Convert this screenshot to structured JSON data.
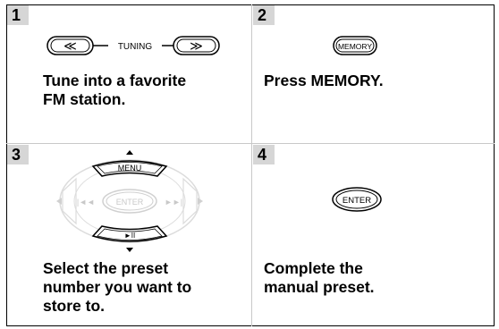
{
  "steps": [
    {
      "number": "1",
      "caption_lines": [
        "Tune into a favorite",
        "FM station."
      ]
    },
    {
      "number": "2",
      "caption_lines": [
        "Press MEMORY."
      ]
    },
    {
      "number": "3",
      "caption_lines": [
        "Select the preset",
        "number you want to",
        "store to."
      ]
    },
    {
      "number": "4",
      "caption_lines": [
        "Complete the",
        "manual preset."
      ]
    }
  ],
  "buttons": {
    "tuning_label": "TUNING",
    "tune_down_glyph": "≪",
    "tune_up_glyph": "≫",
    "memory_label": "MEMORY",
    "menu_label": "MENU",
    "enter_label": "ENTER",
    "play_pause_glyph": "►II",
    "enter_button_label": "ENTER"
  }
}
